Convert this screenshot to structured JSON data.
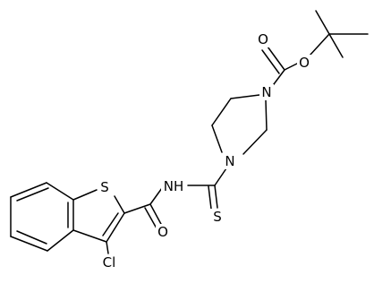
{
  "diagram": {
    "type": "chemical-structure",
    "atom_labels": {
      "o_carbonyl_boc": "O",
      "o_ester_boc": "O",
      "n_piperazine_top": "N",
      "n_piperazine_bottom": "N",
      "nh_amide": "NH",
      "s_thione": "S",
      "s_thiophene": "S",
      "o_amide": "O",
      "cl": "Cl"
    }
  }
}
